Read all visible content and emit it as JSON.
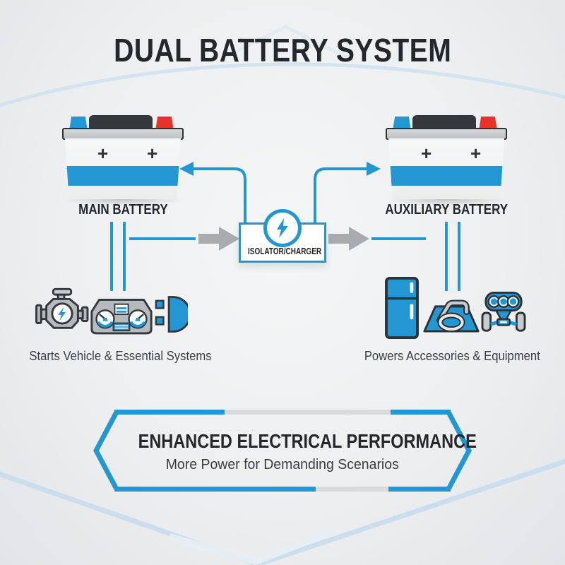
{
  "title": "DUAL BATTERY SYSTEM",
  "batteries": {
    "main": {
      "label": "MAIN BATTERY",
      "plus": "+"
    },
    "auxiliary": {
      "label": "AUXILIARY BATTERY",
      "plus": "+"
    }
  },
  "isolator": {
    "label": "ISOLATOR/CHARGER",
    "icon": "lightning-bolt-icon"
  },
  "sections": {
    "left": {
      "caption": "Starts Vehicle & Essential Systems",
      "icons": [
        "engine-icon",
        "dashboard-gauges-icon",
        "headlight-icon"
      ]
    },
    "right": {
      "caption": "Powers Accessories & Equipment",
      "icons": [
        "refrigerator-icon",
        "winch-icon",
        "offroad-vehicle-icon"
      ]
    }
  },
  "banner": {
    "title": "ENHANCED ELECTRICAL PERFORMANCE",
    "subtitle": "More Power for Demanding Scenarios"
  },
  "colors": {
    "accent_blue": "#2397d4",
    "dark": "#2b2f33",
    "arrow_gray": "#a9acae",
    "terminal_red": "#e8332c",
    "banner_gray": "#d8dadc"
  }
}
